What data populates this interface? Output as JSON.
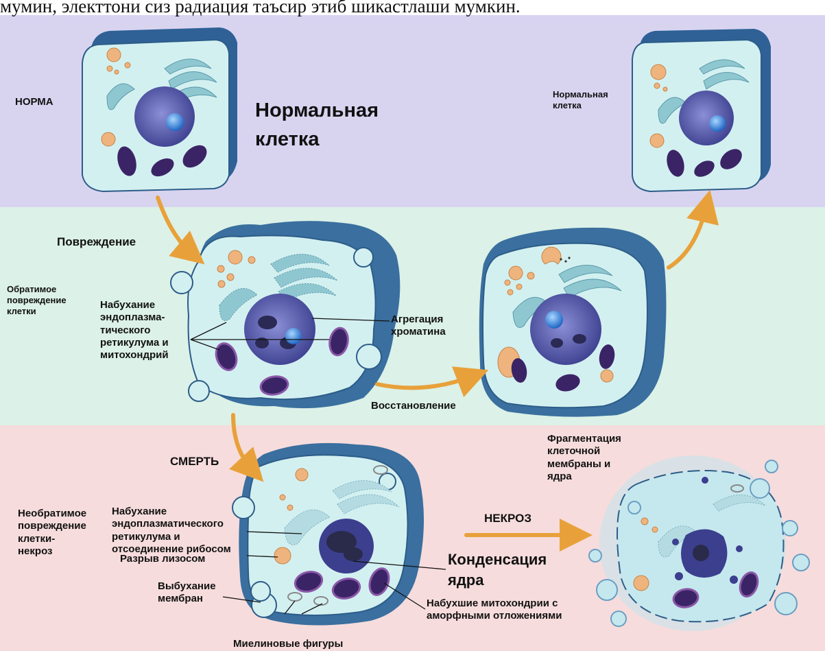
{
  "top_caption": "мумин, электтони сиз радиация таъсир этиб шикастлаши мумкин.",
  "bands": {
    "norm_color": "#d8d4f0",
    "reversible_color": "#dcf1e7",
    "irreversible_color": "#f6dcdc"
  },
  "colors": {
    "cytoplasm": "#d3f0f1",
    "membrane_dark": "#3a6f9f",
    "membrane_outline": "#2c5c88",
    "nucleus": "#4a4f9a",
    "nucleolus": "#2f7fd6",
    "mitochondria": "#3b2466",
    "lysosome": "#efb47e",
    "er": "#7ab8c4",
    "arrow": "#e8a13a"
  },
  "labels": {
    "norma": "НОРМА",
    "normal_cell_big": "Нормальная\nклетка",
    "normal_cell_small": "Нормальная\nклетка",
    "damage": "Повреждение",
    "reversible_damage": "Обратимое\nповреждение\nклетки",
    "er_swelling": "Набухание\nэндоплазма-\nтического\nретикулума и\nмитохондрий",
    "chromatin_aggregation": "Агрегация\nхроматина",
    "recovery": "Восстановление",
    "death": "СМЕРТЬ",
    "irreversible_damage": "Необратимое\nповреждение\nклетки-\nнекроз",
    "er_swelling_ribosomes": "Набухание\nэндоплазматического\nретикулума и\nотсоединение рибосом",
    "lysosome_rupture": "Разрыв лизосом",
    "membrane_blebbing": "Выбухание\nмембран",
    "myelin_figures": "Миелиновые фигуры",
    "necrosis": "НЕКРОЗ",
    "nucleus_condensation": "Конденсация\nядра",
    "swollen_mito": "Набухшие митохондрии с\nаморфными отложениями",
    "fragmentation": "Фрагментация\nклеточной\nмембраны и\nядра"
  }
}
